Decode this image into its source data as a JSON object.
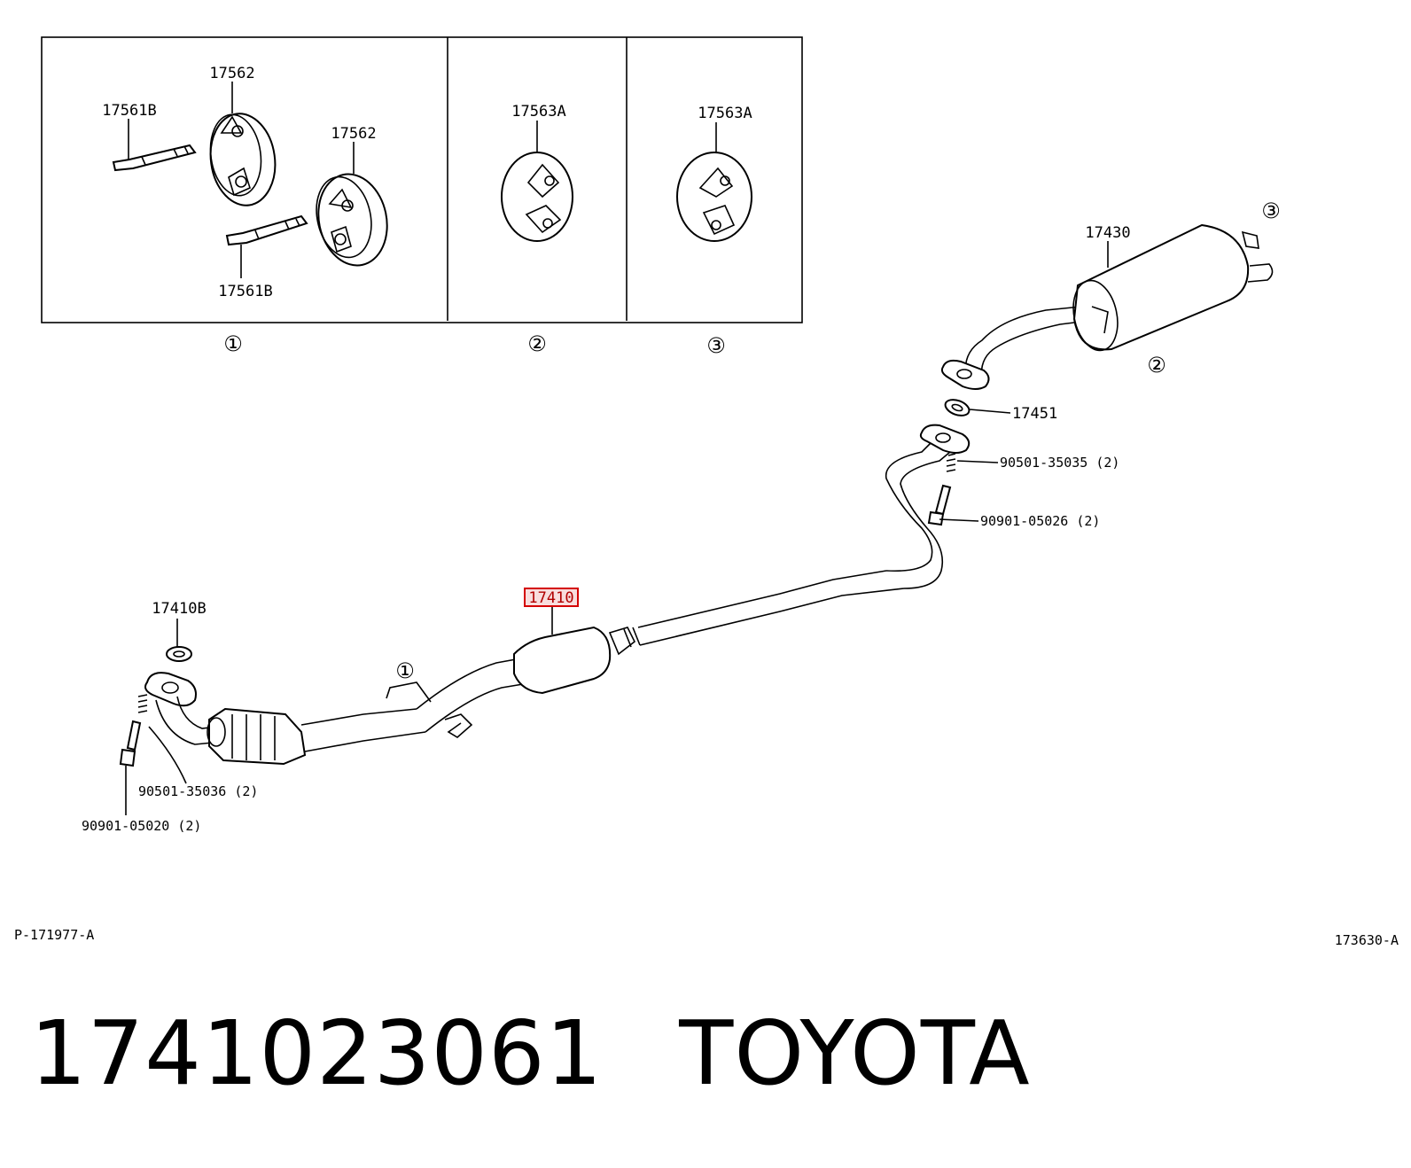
{
  "inset": {
    "panel1": {
      "marker": "①",
      "labels": [
        "17562",
        "17561B",
        "17562",
        "17561B"
      ]
    },
    "panel2": {
      "marker": "②",
      "label": "17563A"
    },
    "panel3": {
      "marker": "③",
      "label": "17563A"
    }
  },
  "parts": {
    "highlighted": "17410",
    "tailpipe_muffler": "17430",
    "gasket_rear": "17451",
    "spring_rear": "90501-35035 (2)",
    "bolt_rear": "90901-05026 (2)",
    "gasket_front": "17410B",
    "spring_front": "90501-35036 (2)",
    "bolt_front": "90901-05020 (2)"
  },
  "markers": {
    "m1": "①",
    "m2": "②",
    "m3": "③"
  },
  "codes": {
    "left": "P-171977-A",
    "right": "173630-A"
  },
  "footer": {
    "part_number": "1741023061",
    "brand": "TOYOTA"
  },
  "colors": {
    "highlight": "#d40000",
    "highlight_fill": "#f8dede"
  }
}
